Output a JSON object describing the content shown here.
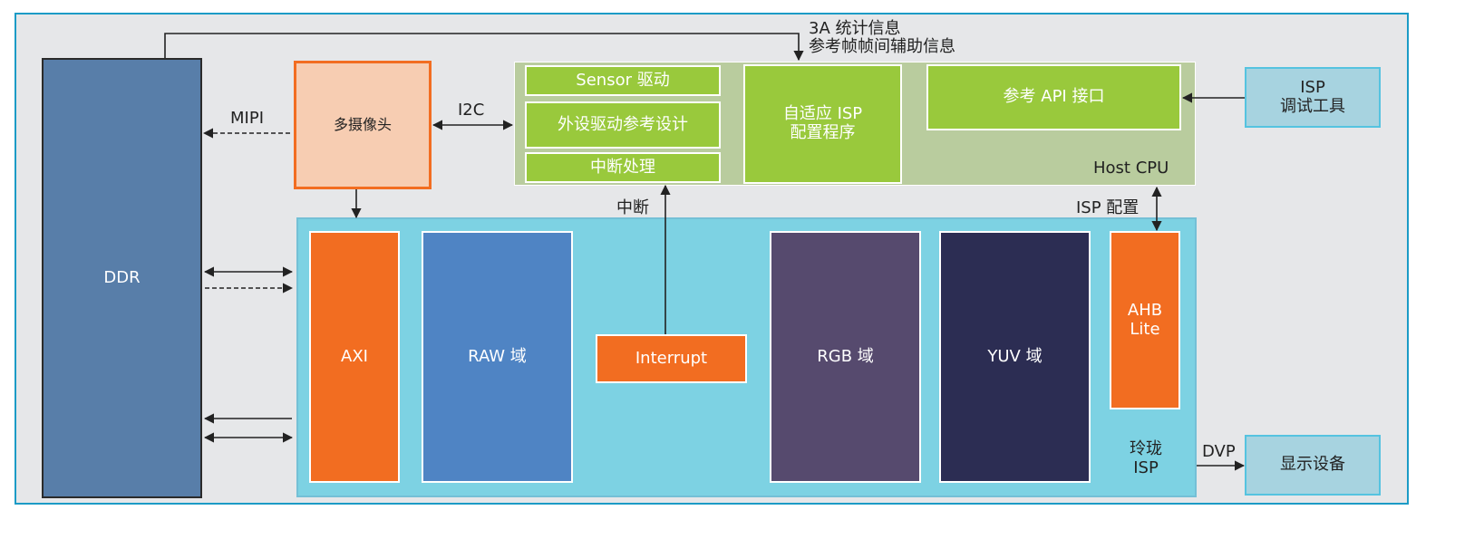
{
  "diagram": {
    "nodes": {
      "ddr": "DDR",
      "camera": "多摄像头",
      "sensor_driver": "Sensor 驱动",
      "peripheral_driver": "外设驱动参考设计",
      "interrupt_handler": "中断处理",
      "adaptive_isp_line1": "自适应 ISP",
      "adaptive_isp_line2": "配置程序",
      "reference_api": "参考 API 接口",
      "host_cpu": "Host CPU",
      "isp_tool_line1": "ISP",
      "isp_tool_line2": "调试工具",
      "axi": "AXI",
      "raw_domain": "RAW 域",
      "interrupt": "Interrupt",
      "rgb_domain": "RGB 域",
      "yuv_domain": "YUV 域",
      "ahb_line1": "AHB",
      "ahb_line2": "Lite",
      "isp_name_line1": "玲珑",
      "isp_name_line2": "ISP",
      "display": "显示设备"
    },
    "edge_labels": {
      "mipi": "MIPI",
      "i2c": "I2C",
      "stats_line1": "3A 统计信息",
      "stats_line2": "参考帧帧间辅助信息",
      "interrupt": "中断",
      "isp_config": "ISP 配置",
      "dvp": "DVP"
    },
    "colors": {
      "frame_border": "#1c9bc6",
      "orange": "#f26d21",
      "green": "#99c93c",
      "cyan": "#7dd2e3",
      "ddr_blue": "#587ea9",
      "raw_blue": "#4f84c4",
      "rgb_purple": "#564a6e",
      "yuv_navy": "#2c2d53"
    }
  }
}
